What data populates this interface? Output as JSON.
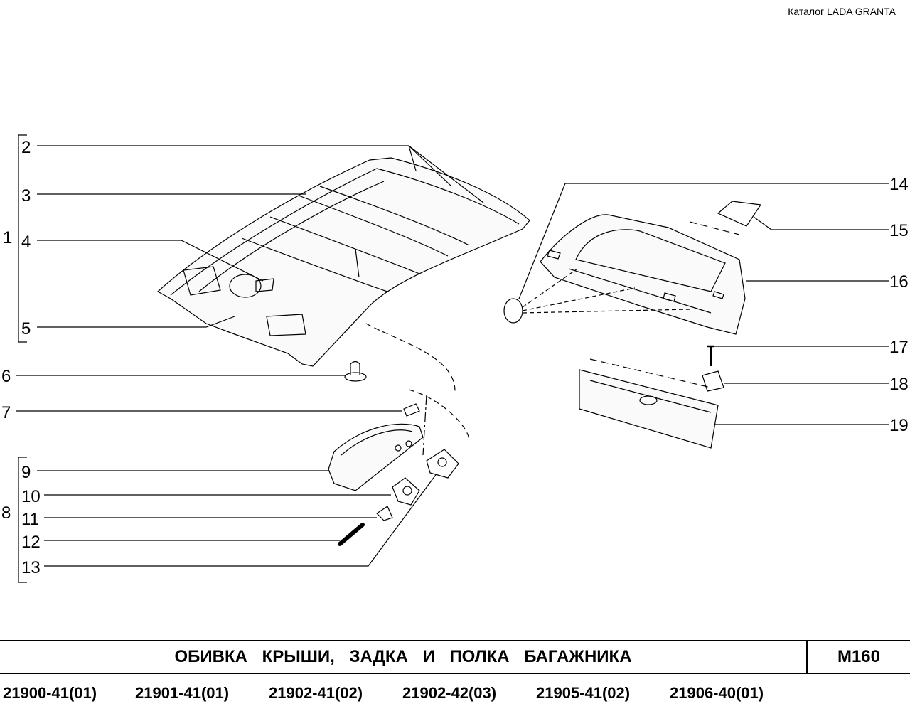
{
  "header": {
    "catalog": "Каталог  LADA  GRANTA"
  },
  "callouts": {
    "c1": "1",
    "c2": "2",
    "c3": "3",
    "c4": "4",
    "c5": "5",
    "c6": "6",
    "c7": "7",
    "c8": "8",
    "c9": "9",
    "c10": "10",
    "c11": "11",
    "c12": "12",
    "c13": "13",
    "c14": "14",
    "c15": "15",
    "c16": "16",
    "c17": "17",
    "c18": "18",
    "c19": "19"
  },
  "title": {
    "text": "ОБИВКА  КРЫШИ,  ЗАДКА  И  ПОЛКА  БАГАЖНИКА",
    "code": "М160"
  },
  "model_codes": [
    "21900-41(01)",
    "21901-41(01)",
    "21902-41(02)",
    "21902-42(03)",
    "21905-41(02)",
    "21906-40(01)"
  ]
}
